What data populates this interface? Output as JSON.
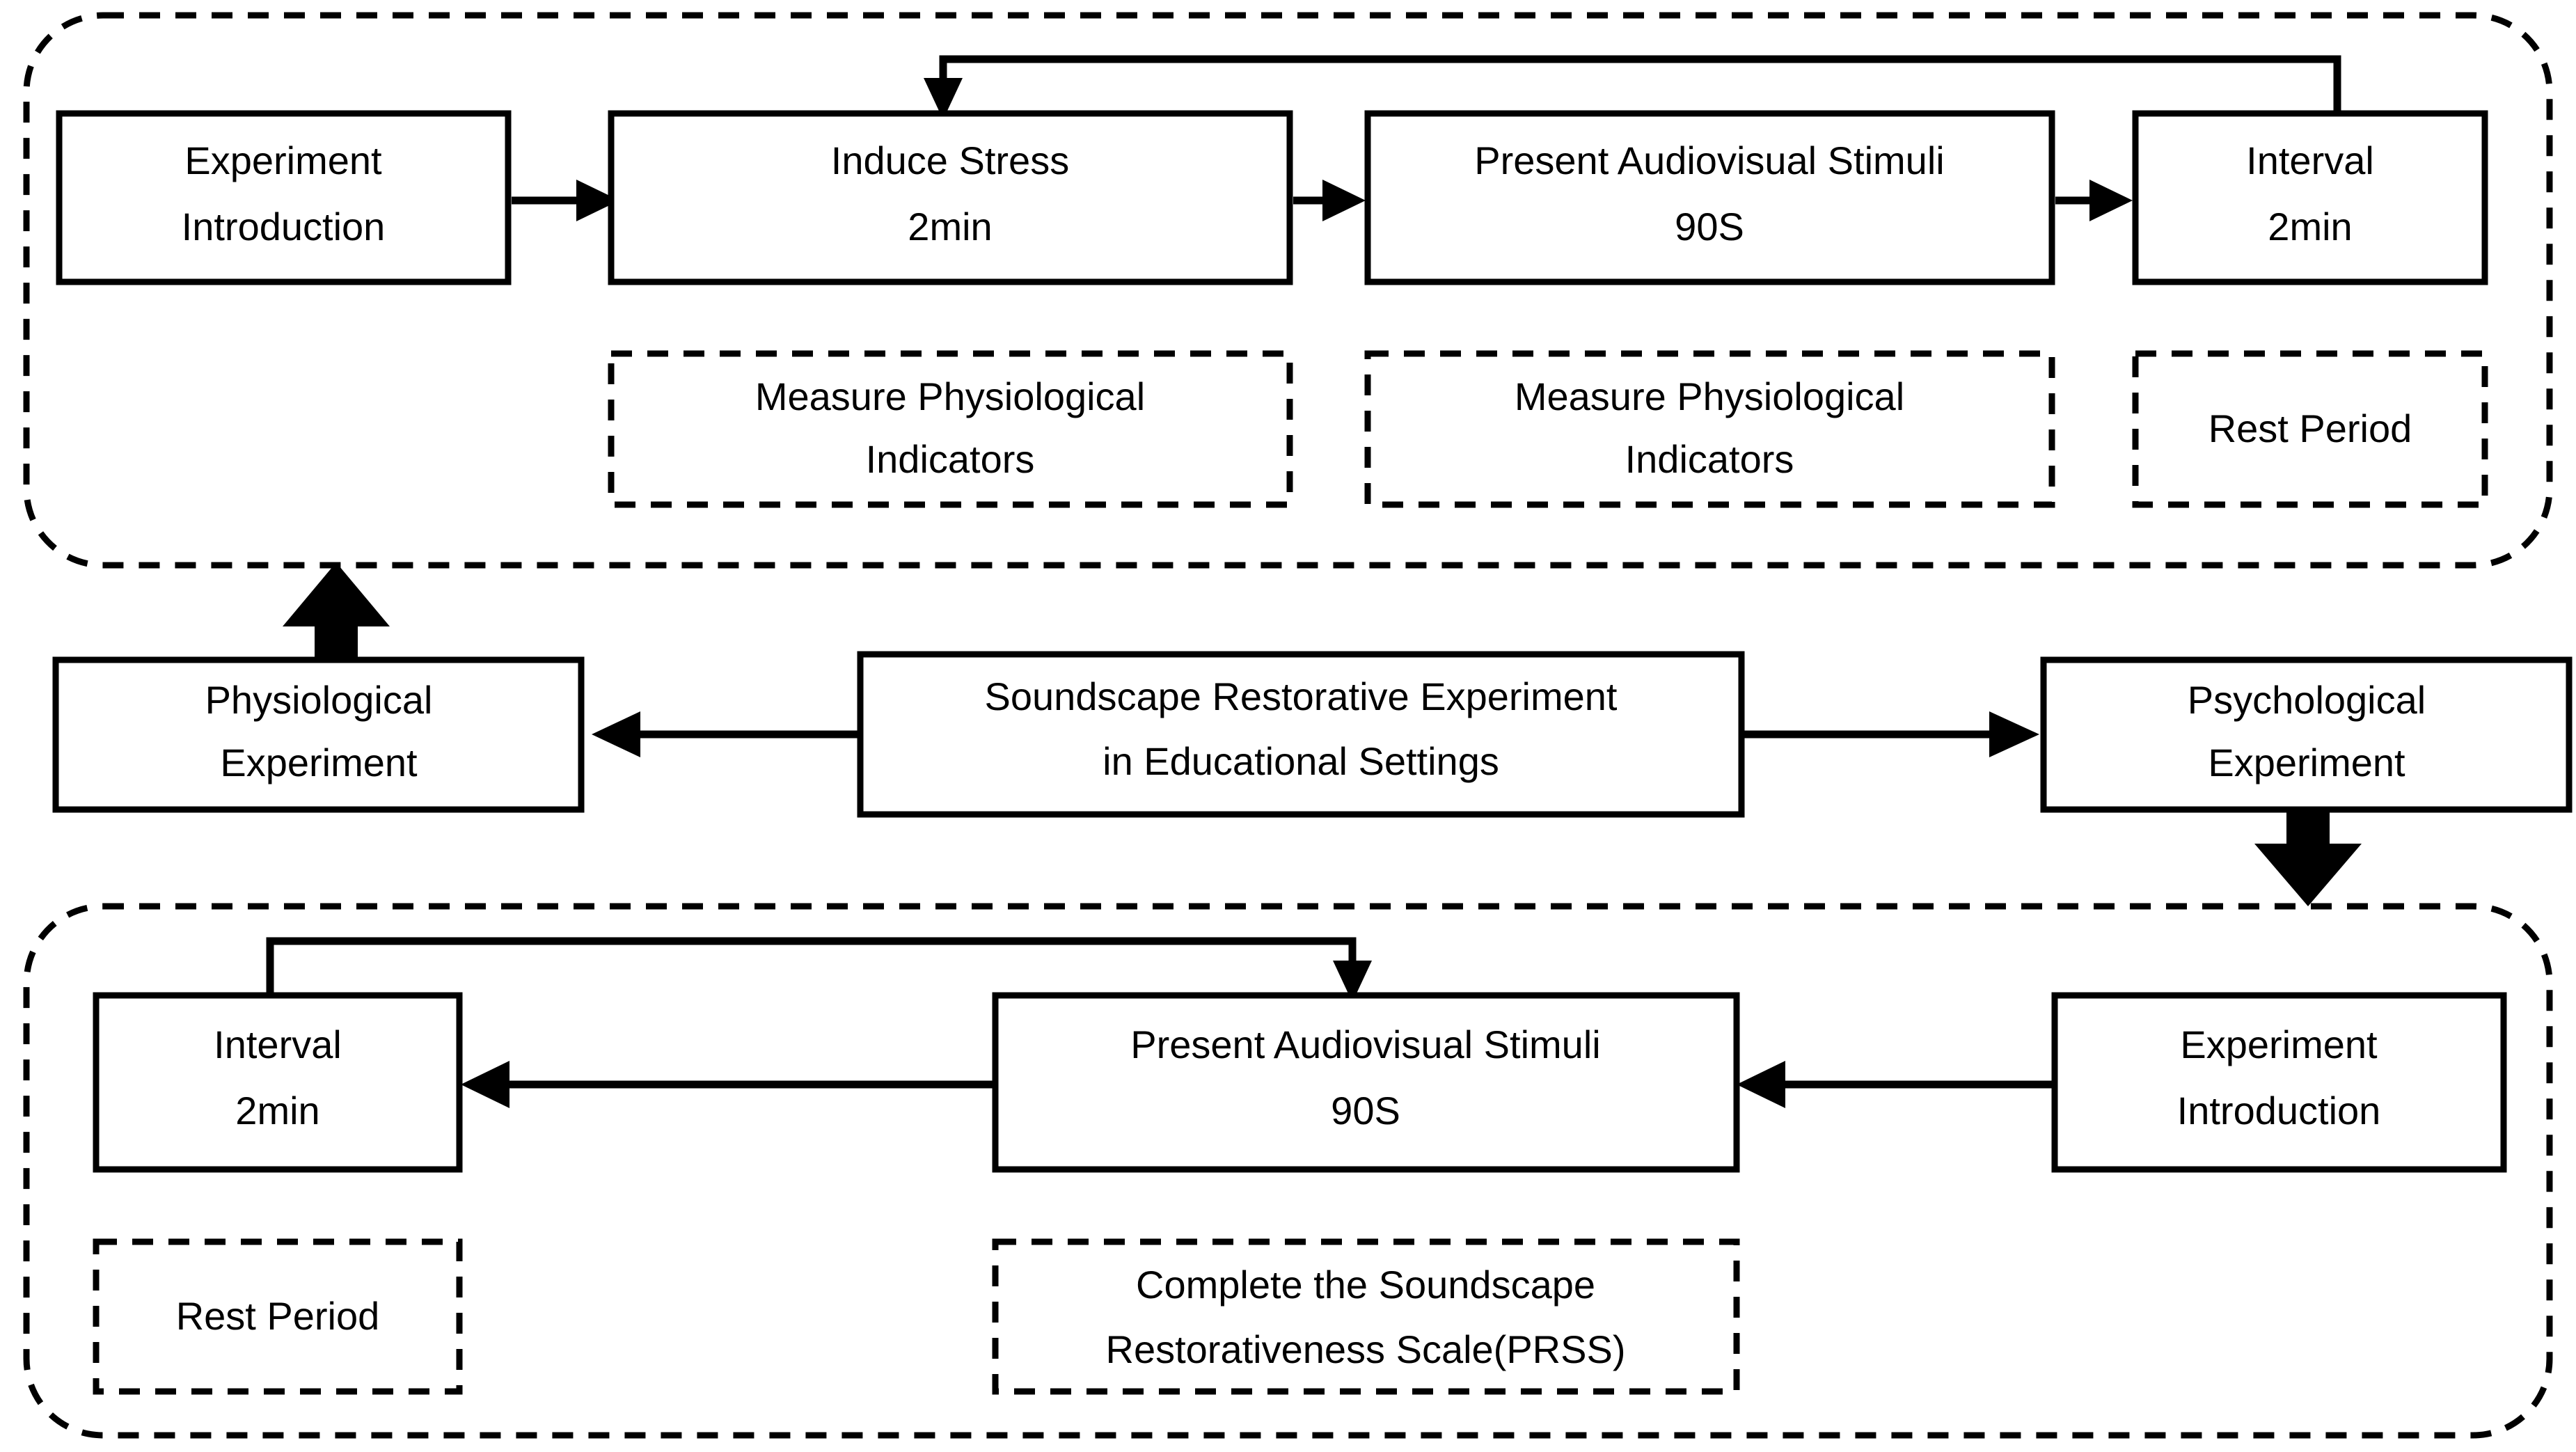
{
  "diagram": {
    "title": "Soundscape Restorative Experiment in Educational Settings",
    "type": "flowchart",
    "background_color": "#ffffff",
    "line_color": "#000000"
  },
  "center": {
    "root_label_line1": "Soundscape Restorative Experiment",
    "root_label_line2": "in Educational Settings",
    "left_branch_line1": "Physiological",
    "left_branch_line2": "Experiment",
    "right_branch_line1": "Psychological",
    "right_branch_line2": "Experiment"
  },
  "physiological_panel": {
    "steps": [
      {
        "line1": "Experiment",
        "line2": "Introduction"
      },
      {
        "line1": "Induce Stress",
        "line2": "2min"
      },
      {
        "line1": "Present Audiovisual Stimuli",
        "line2": "90S"
      },
      {
        "line1": "Interval",
        "line2": "2min"
      }
    ],
    "annotations": [
      {
        "line1": "Measure Physiological",
        "line2": "Indicators"
      },
      {
        "line1": "Measure Physiological",
        "line2": "Indicators"
      },
      {
        "line1": "Rest Period",
        "line2": ""
      }
    ],
    "loop_label": "feedback-loop-to-induce-stress"
  },
  "psychological_panel": {
    "steps": [
      {
        "line1": "Interval",
        "line2": "2min"
      },
      {
        "line1": "Present Audiovisual Stimuli",
        "line2": "90S"
      },
      {
        "line1": "Experiment",
        "line2": "Introduction"
      }
    ],
    "annotations": [
      {
        "line1": "Rest Period",
        "line2": ""
      },
      {
        "line1": "Complete the Soundscape",
        "line2": "Restorativeness Scale(PRSS)"
      }
    ],
    "loop_label": "feedback-loop-to-present-stimuli"
  }
}
